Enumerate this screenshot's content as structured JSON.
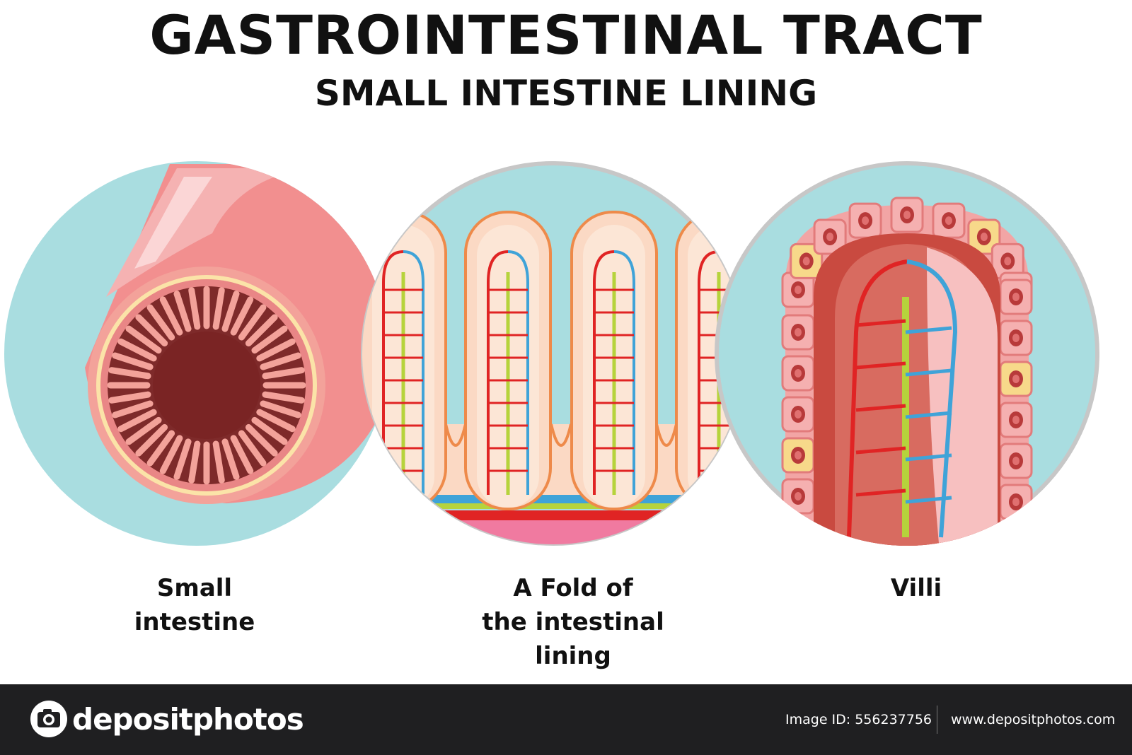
{
  "title": "GASTROINTESTINAL TRACT",
  "subtitle": "SMALL INTESTINE LINING",
  "panels": [
    {
      "caption_lines": [
        "Small",
        "intestine"
      ]
    },
    {
      "caption_lines": [
        "A Fold of",
        "the intestinal",
        "lining"
      ]
    },
    {
      "caption_lines": [
        "Villi"
      ]
    }
  ],
  "colors": {
    "circle_bg": "#a9dde0",
    "tissue_pink": "#f08a8a",
    "lumen_dark": "#7a2424",
    "artery_red": "#e02424",
    "vein_blue": "#3fa3d8",
    "lacteal_green": "#b6d33c",
    "outline_orange": "#ee8a4a",
    "footer_bg": "#1f1f21"
  },
  "footer": {
    "brand": "depositphotos",
    "image_id": "Image ID: 556237756",
    "site": "www.depositphotos.com",
    "logo_icon": "camera-icon"
  }
}
